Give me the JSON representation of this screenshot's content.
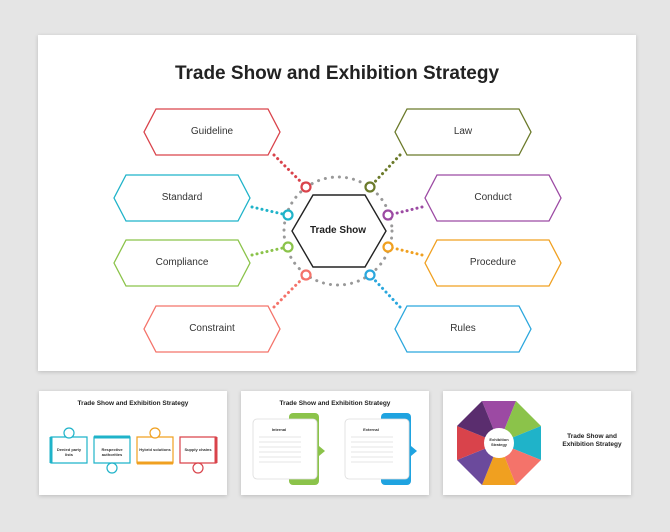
{
  "main": {
    "title": "Trade Show and Exhibition Strategy",
    "center": "Trade Show",
    "left_items": [
      "Guideline",
      "Standard",
      "Compliance",
      "Constraint"
    ],
    "right_items": [
      "Law",
      "Conduct",
      "Procedure",
      "Rules"
    ],
    "colors": {
      "guideline": "#d9434b",
      "standard": "#1fb3c9",
      "compliance": "#8bc34a",
      "constraint": "#f4736a",
      "law": "#6b7a2a",
      "conduct": "#9c4aa3",
      "procedure": "#f0a020",
      "rules": "#2ba7dd"
    }
  },
  "thumb1": {
    "title": "Trade Show and Exhibition Strategy",
    "steps": [
      "Denied party lists",
      "Respective authorities",
      "Hybrid solutions",
      "Supply chains"
    ]
  },
  "thumb2": {
    "title": "Trade Show and Exhibition Strategy",
    "left_heading": "Internal",
    "right_heading": "External"
  },
  "thumb3": {
    "title": "Trade Show and Exhibition Strategy",
    "center": "Exhibition Strategy"
  }
}
